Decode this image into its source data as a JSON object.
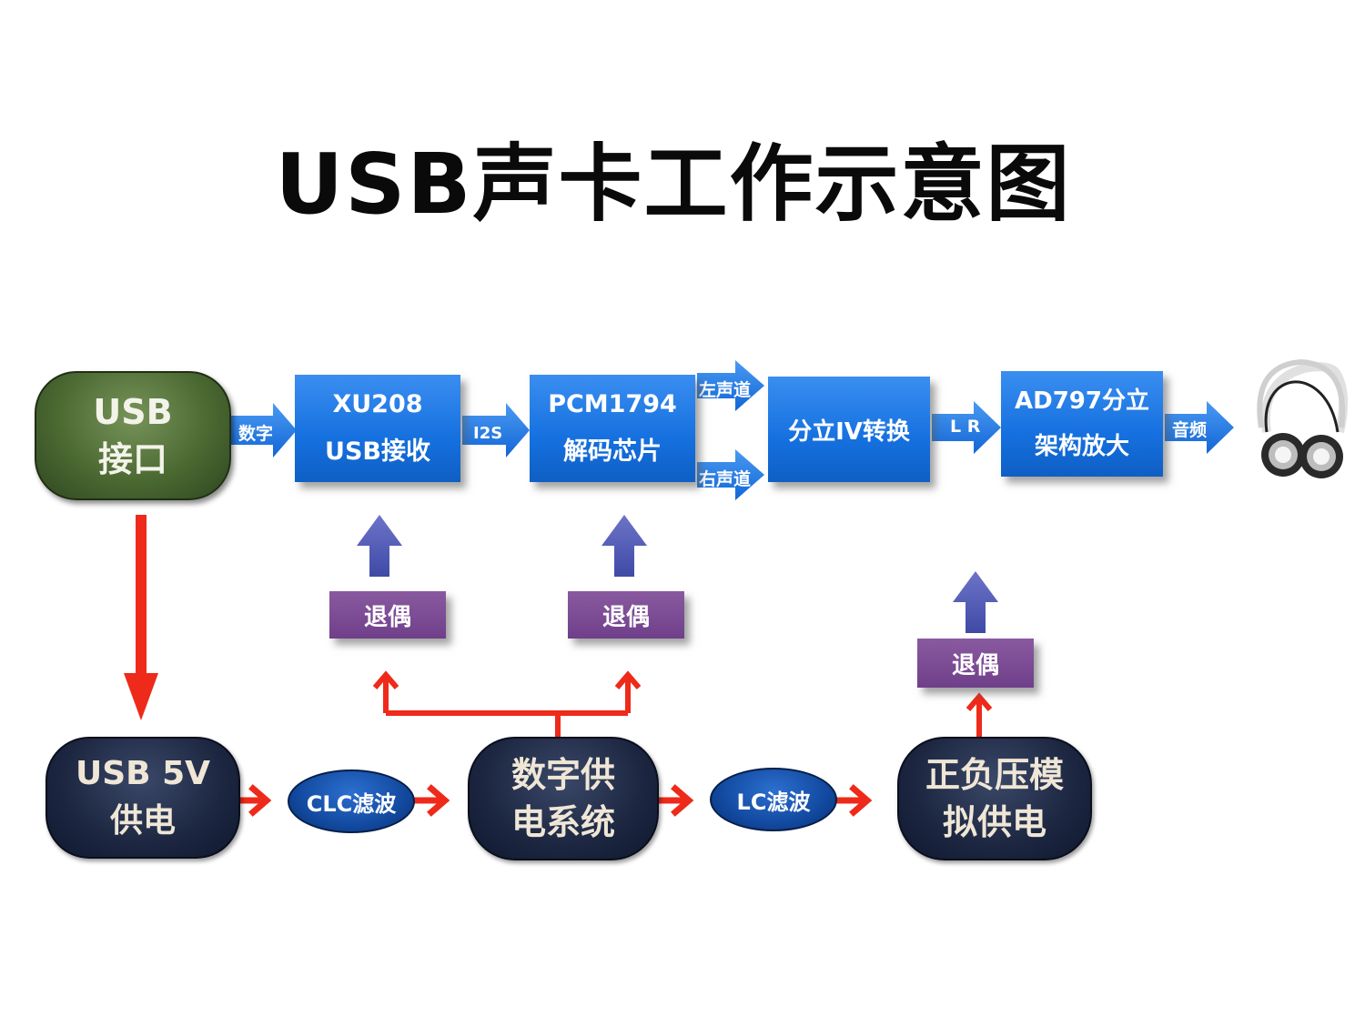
{
  "title": "USB声卡工作示意图",
  "nodes": {
    "usb_port": [
      "USB",
      "接口"
    ],
    "xu208": [
      "XU208",
      "USB接收"
    ],
    "pcm1794": [
      "PCM1794",
      "解码芯片"
    ],
    "iv": "分立IV转换",
    "ad797": [
      "AD797分立",
      "架构放大"
    ],
    "usb5v": [
      "USB 5V",
      "供电"
    ],
    "clc": "CLC滤波",
    "digital_power": [
      "数字供",
      "电系统"
    ],
    "lc": "LC滤波",
    "analog_power": [
      "正负压模",
      "拟供电"
    ],
    "decouple_1": "退偶",
    "decouple_2": "退偶",
    "decouple_3": "退偶"
  },
  "edges": {
    "digital": "数字",
    "i2s": "I2S",
    "left": "左声道",
    "right": "右声道",
    "lr": "L R",
    "audio": "音频"
  },
  "icons": {
    "headphones": "headphones-icon"
  },
  "colors": {
    "signal_box": "#1570df",
    "decouple_box": "#6f3f8a",
    "power_arrow": "#ee2a1a",
    "decouple_arrow": "#5a62b8"
  }
}
